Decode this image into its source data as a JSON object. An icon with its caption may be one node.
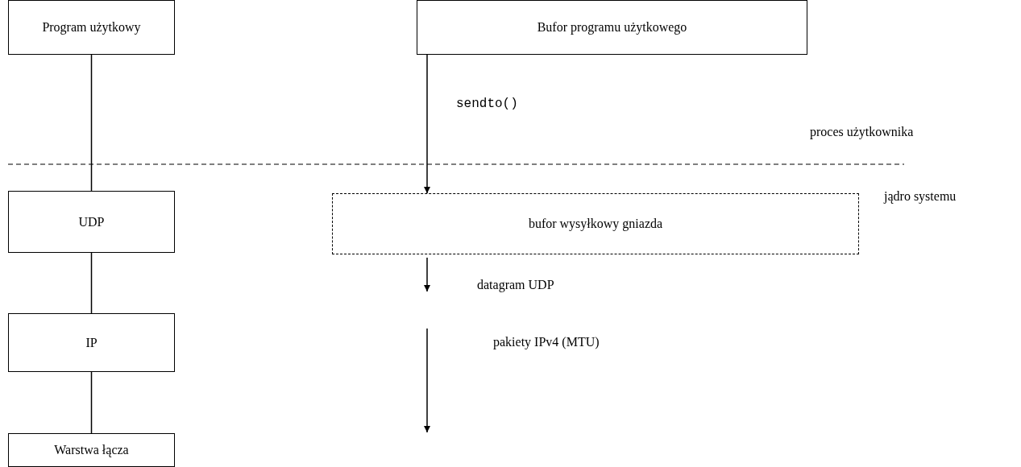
{
  "diagram": {
    "nodes": [
      {
        "text": [
          "Program użytkowy"
        ]
      },
      {
        "text": [
          "Bufor programu użytkowego"
        ]
      },
      {
        "text": [
          "UDP"
        ]
      },
      {
        "text": [
          "bufor wysyłkowy gniazda"
        ]
      },
      {
        "text": [
          "IP"
        ]
      },
      {
        "text": [
          "Warstwa łącza"
        ]
      }
    ],
    "edges": [
      {
        "from": 0,
        "to": 2,
        "arrow": "none"
      },
      {
        "from": 2,
        "to": 4,
        "arrow": "none"
      },
      {
        "from": 4,
        "to": 5,
        "arrow": "none"
      },
      {
        "from": 1,
        "to": 3,
        "arrow": "to",
        "label": "sendto()"
      },
      {
        "from": 3,
        "to": null,
        "arrow": "to",
        "label": "datagram UDP"
      }
    ],
    "labels": [
      "proces użytkownika",
      "jądro systemu",
      "pakiety IPv4 (MTU)"
    ]
  }
}
